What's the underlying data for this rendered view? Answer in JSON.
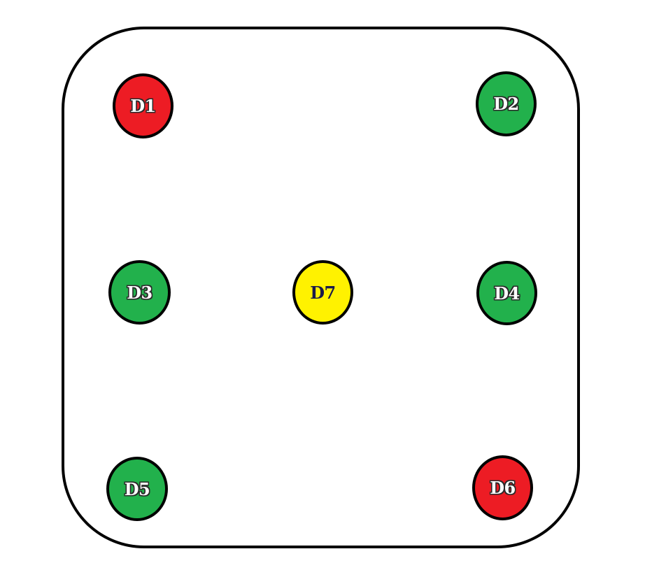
{
  "diagram": {
    "dots": [
      {
        "id": "d1",
        "label": "D1",
        "color": "#ed1c24"
      },
      {
        "id": "d2",
        "label": "D2",
        "color": "#22b14c"
      },
      {
        "id": "d3",
        "label": "D3",
        "color": "#22b14c"
      },
      {
        "id": "d4",
        "label": "D4",
        "color": "#22b14c"
      },
      {
        "id": "d5",
        "label": "D5",
        "color": "#22b14c"
      },
      {
        "id": "d6",
        "label": "D6",
        "color": "#ed1c24"
      },
      {
        "id": "d7",
        "label": "D7",
        "color": "#fff200"
      }
    ]
  }
}
